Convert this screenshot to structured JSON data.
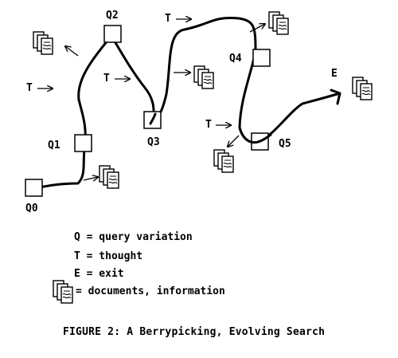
{
  "diagram": {
    "query_labels": [
      "Q0",
      "Q1",
      "Q2",
      "Q3",
      "Q4",
      "Q5"
    ],
    "thought_label": "T",
    "exit_label": "E"
  },
  "legend": {
    "query": "Q = query variation",
    "thought": "T = thought",
    "exit": "E = exit",
    "documents": "= documents, information"
  },
  "caption": "FIGURE 2: A Berrypicking, Evolving Search"
}
